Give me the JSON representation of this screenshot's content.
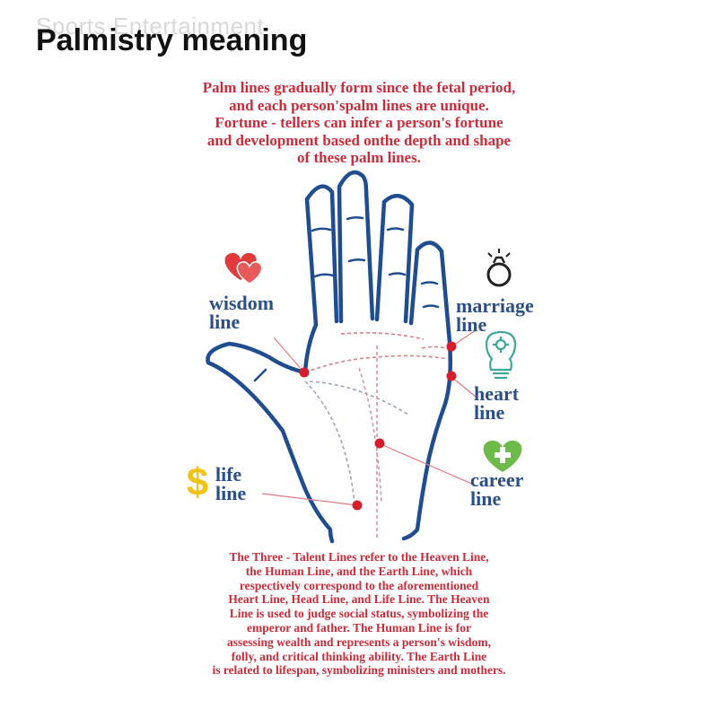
{
  "watermark": "Sports Entertainment",
  "title": "Palmistry meaning",
  "intro_lines": [
    "Palm lines gradually form since the fetal period,",
    "and each person'spalm lines are unique.",
    "Fortune - tellers can infer a person's fortune",
    "and development based onthe depth and shape",
    "of these palm lines."
  ],
  "labels": {
    "wisdom": [
      "wisdom",
      "line"
    ],
    "life": [
      "life",
      "line"
    ],
    "marriage": [
      "marriage",
      "line"
    ],
    "heart": [
      "heart",
      "line"
    ],
    "career": [
      "career",
      "line"
    ]
  },
  "bottom_lines": [
    "The Three - Talent Lines refer to the Heaven Line,",
    "the Human Line, and the Earth Line, which",
    "respectively correspond to the aforementioned",
    "Heart Line, Head Line, and Life Line. The Heaven",
    "Line is used to judge social status, symbolizing the",
    "emperor and father. The Human Line is for",
    "assessing wealth and represents a person's wisdom,",
    "folly, and critical thinking ability. The Earth Line",
    "is related to lifespan, symbolizing ministers and mothers."
  ],
  "colors": {
    "hand_outline": "#1f4d8f",
    "text_red": "#cc2b3a",
    "label_blue": "#2b4f86",
    "dot_red": "#d21f2e",
    "hearts_red": "#e03a3a",
    "dollar_yellow": "#f2c319",
    "bulb_teal": "#3aa79a",
    "cross_green": "#6dbb4a"
  },
  "icons": [
    "hearts-icon",
    "ring-icon",
    "lightbulb-icon",
    "medical-heart-icon",
    "dollar-icon"
  ]
}
